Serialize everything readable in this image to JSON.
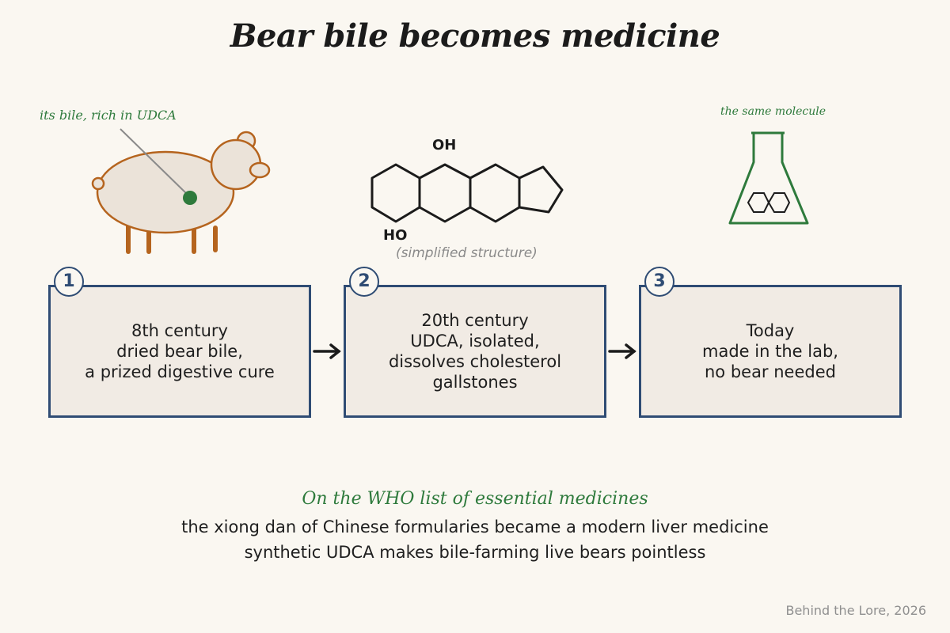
{
  "title": "Bear bile becomes medicine",
  "illustration": {
    "bile_label": "its bile, rich in UDCA",
    "molecule_label": "the same molecule",
    "chem_oh": "OH",
    "chem_ho": "HO",
    "structure_caption": "(simplified structure)"
  },
  "steps": [
    {
      "number": "1",
      "lines": [
        "8th century",
        "dried bear bile,",
        "a prized digestive cure"
      ]
    },
    {
      "number": "2",
      "lines": [
        "20th century",
        "UDCA, isolated,",
        "dissolves cholesterol",
        "gallstones"
      ]
    },
    {
      "number": "3",
      "lines": [
        "Today",
        "made in the lab,",
        "no bear needed"
      ]
    }
  ],
  "footer": {
    "highlight": "On the WHO list of essential medicines",
    "line1": "the xiong dan of Chinese formularies became a modern liver medicine",
    "line2": "synthetic UDCA makes bile-farming live bears pointless"
  },
  "credit": "Behind the Lore, 2026",
  "colors": {
    "accent_blue": "#2f4c74",
    "accent_green": "#2e7a3c",
    "bear_brown": "#b5641e",
    "box_fill": "#f1ebe4"
  }
}
